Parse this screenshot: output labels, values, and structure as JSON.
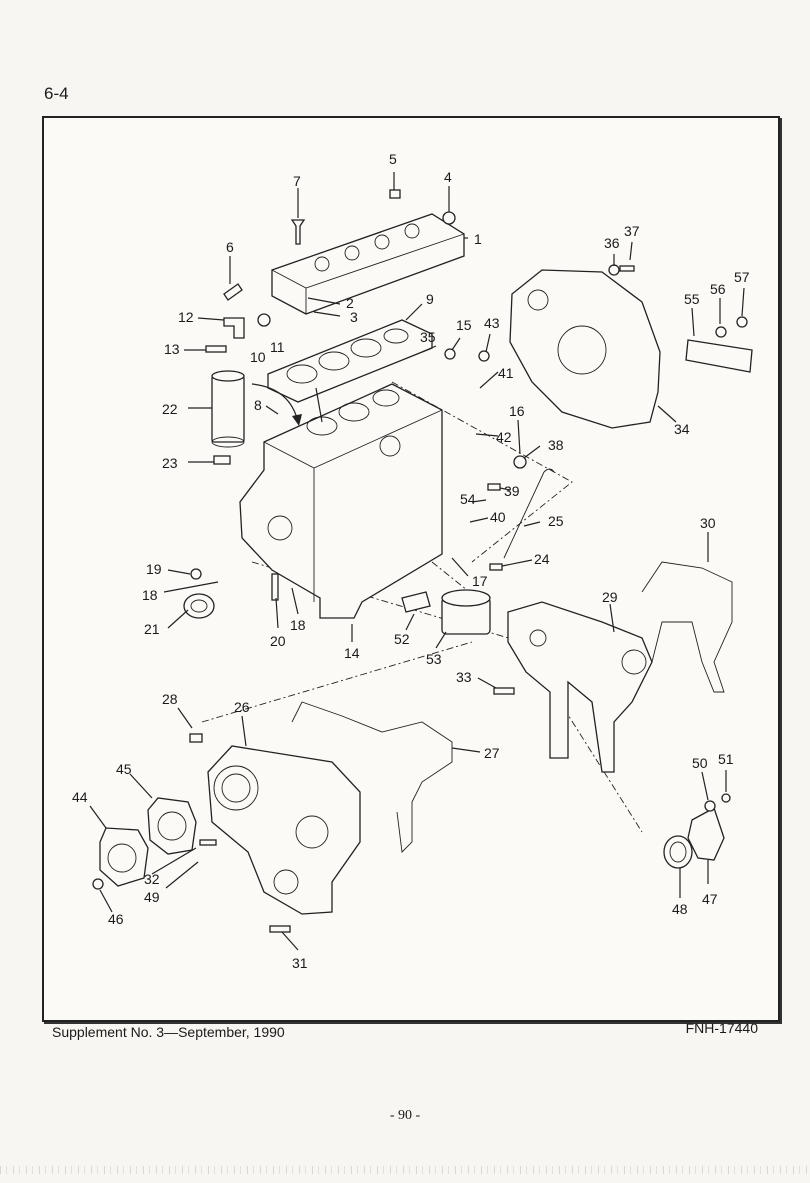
{
  "header": {
    "page_label": "6-4"
  },
  "footer": {
    "supplement": "Supplement No. 3—September, 1990",
    "code": "FNH-17440",
    "page_number": "- 90 -"
  },
  "callouts": [
    "1",
    "2",
    "3",
    "4",
    "5",
    "6",
    "7",
    "8",
    "9",
    "10",
    "11",
    "12",
    "13",
    "14",
    "15",
    "16",
    "17",
    "18",
    "18",
    "19",
    "20",
    "21",
    "22",
    "23",
    "24",
    "25",
    "26",
    "27",
    "28",
    "29",
    "30",
    "31",
    "32",
    "33",
    "34",
    "35",
    "36",
    "37",
    "38",
    "39",
    "40",
    "41",
    "42",
    "43",
    "44",
    "45",
    "46",
    "47",
    "48",
    "49",
    "50",
    "51",
    "52",
    "53",
    "54",
    "55",
    "56",
    "57"
  ]
}
